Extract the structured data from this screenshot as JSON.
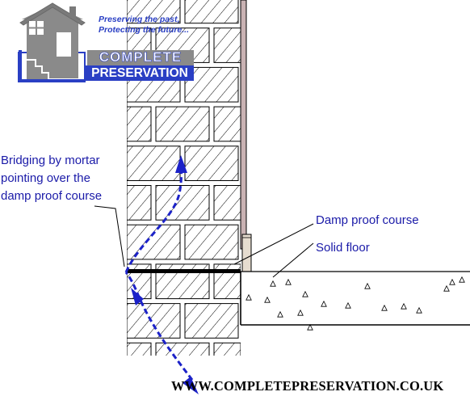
{
  "logo": {
    "tagline_line1": "Preserving the past,",
    "tagline_line2": "Protecting the future...",
    "brand_line1": "COMPLETE",
    "brand_line2": "PRESERVATION"
  },
  "labels": {
    "bridging": [
      "Bridging by mortar",
      "pointing over the",
      "damp proof course"
    ],
    "dpc": "Damp proof course",
    "floor": "Solid floor"
  },
  "footer": {
    "url": "WWW.COMPLETEPRESERVATION.CO.UK"
  },
  "colors": {
    "label_text": "#1a1aa8",
    "arrow": "#1c22c8",
    "render_fill": "#c9b2b3",
    "logo_blue": "#2a3fc4",
    "logo_grey": "#8a8a8a"
  }
}
